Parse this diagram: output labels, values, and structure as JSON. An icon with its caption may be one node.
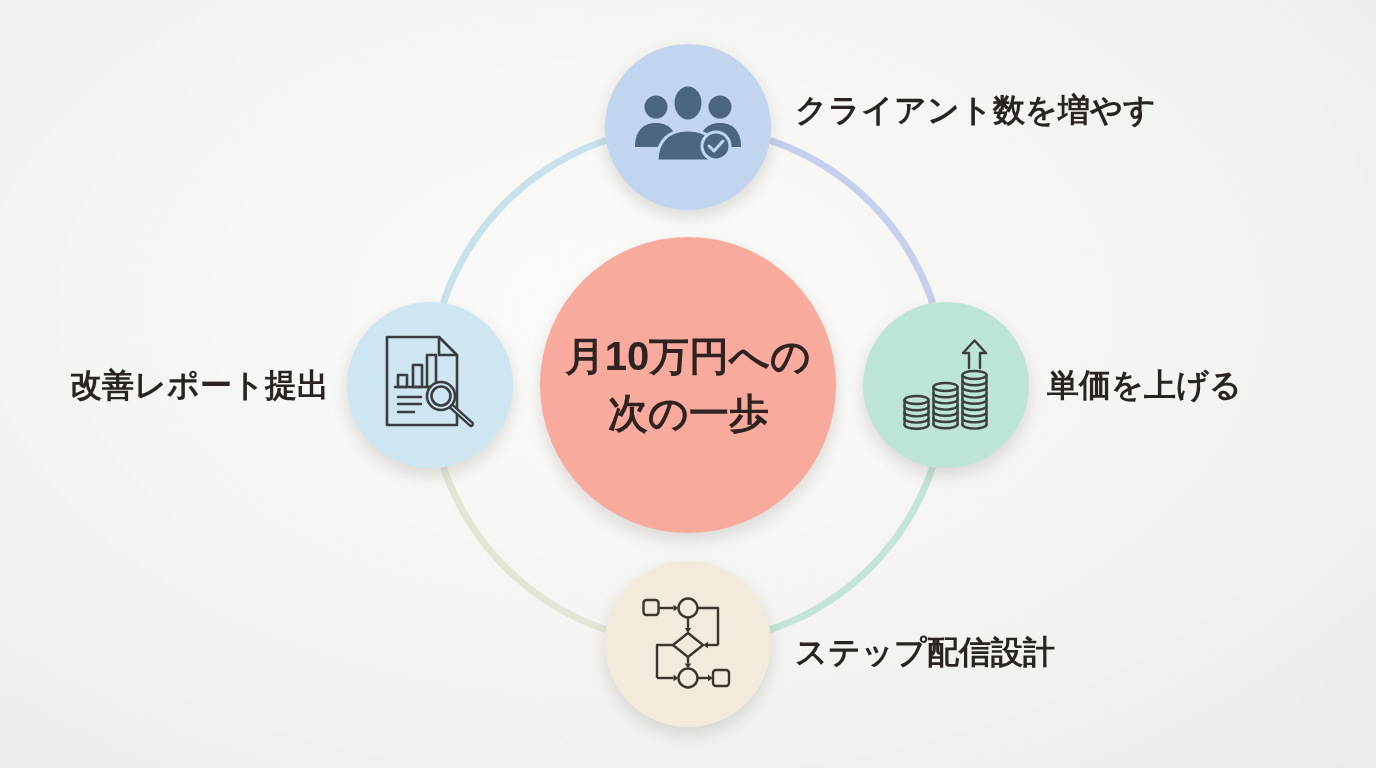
{
  "diagram": {
    "nodes": [
      {
        "text": [],
        "shape": "circle",
        "beside": [
          "クライアント数を増やす"
        ]
      },
      {
        "text": [],
        "shape": "circle",
        "beside": [
          "改善レポート提出"
        ]
      },
      {
        "text": [
          "月10万円への次の一歩"
        ]
      },
      {
        "text": [],
        "shape": "circle",
        "beside": [
          "単価を上げる"
        ]
      },
      {
        "text": [],
        "shape": "circle",
        "beside": [
          "ステップ配信設計"
        ]
      }
    ],
    "edges": [
      {
        "from": 0,
        "to": 3,
        "arrow": "none",
        "color": "#c6cfed"
      },
      {
        "from": 3,
        "to": 4,
        "arrow": "none",
        "color": "#c3e5d5"
      },
      {
        "from": 4,
        "to": 1,
        "arrow": "none",
        "color": "#e3e6d6"
      },
      {
        "from": 1,
        "to": 0,
        "arrow": "none",
        "color": "#c7e2ec"
      }
    ]
  }
}
